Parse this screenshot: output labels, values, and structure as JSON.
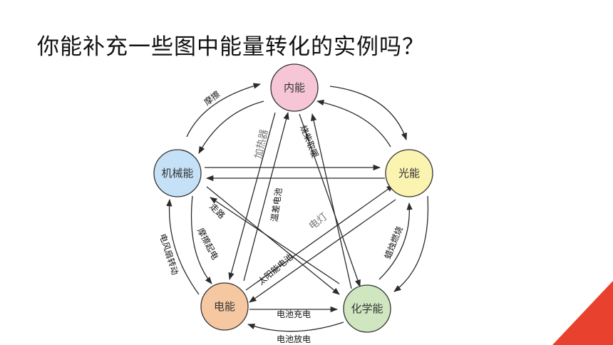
{
  "title": "你能补充一些图中能量转化的实例吗？",
  "nodes": {
    "internal": {
      "label": "内能",
      "color": "#f6c6d6"
    },
    "light": {
      "label": "光能",
      "color": "#fbf3b0"
    },
    "chemical": {
      "label": "化学能",
      "color": "#cfe6c0"
    },
    "electric": {
      "label": "电能",
      "color": "#f6c8a2"
    },
    "mechanical": {
      "label": "机械能",
      "color": "#c5e1f7"
    }
  },
  "edge_labels": {
    "friction_top": "摩擦",
    "heater": "加热器",
    "burn_firewood": "烧柴取暖",
    "thermo_battery": "温差电池",
    "walking": "走路",
    "electric_lamp": "电灯",
    "candle_burning": "蜡烛燃烧",
    "friction_electricity": "摩擦起电",
    "fan_rotating": "电风扇转动",
    "solar_cell": "太阳能电池",
    "battery_charge": "电池充电",
    "battery_discharge": "电池放电"
  },
  "decoration": {
    "corner_color": "#e8412d"
  }
}
